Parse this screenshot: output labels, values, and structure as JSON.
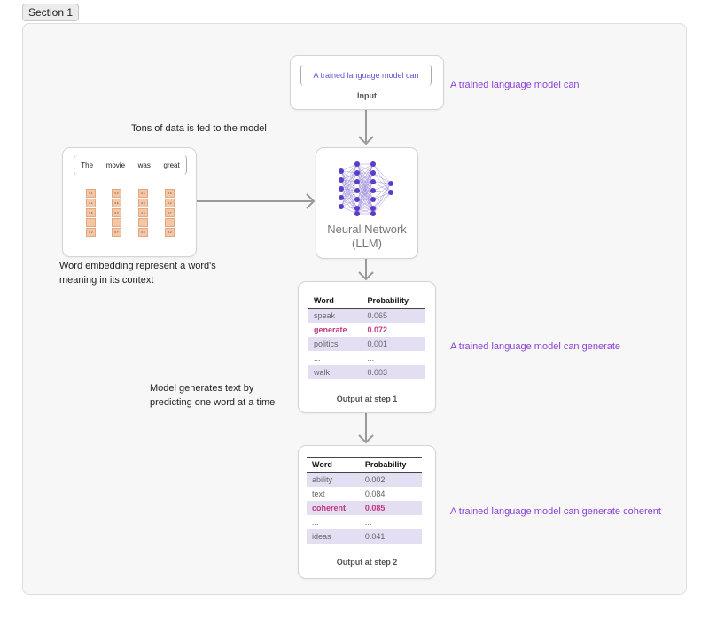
{
  "section": {
    "label": "Section 1"
  },
  "input": {
    "text": "A trained language model can",
    "caption": "Input"
  },
  "side_labels": {
    "input": "A trained language model can",
    "step1": "A trained language model can generate",
    "step2": "A trained language model can generate coherent"
  },
  "notes": {
    "data_fed": "Tons of data is fed to the model",
    "embedding_line1": "Word embedding represent a word's",
    "embedding_line2": "meaning in its context",
    "generates_line1": "Model generates text by",
    "generates_line2": "predicting one word at a time"
  },
  "embedding": {
    "words": [
      "The",
      "movie",
      "was",
      "great"
    ],
    "values": [
      [
        "0.1",
        "0.1",
        "0.6",
        "...",
        "0.2"
      ],
      [
        "0.3",
        "0.6",
        "0.3",
        "...",
        "0.7"
      ],
      [
        "0.5",
        "0.8",
        "0.9",
        "...",
        "0.8"
      ],
      [
        "0.9",
        "0.2",
        "0.7",
        "...",
        "0.2"
      ]
    ]
  },
  "network": {
    "line1": "Neural Network",
    "line2": "(LLM)"
  },
  "colors": {
    "accent": "#8a3fd6",
    "highlight": "#c2377e",
    "row_shade": "#e4def3",
    "neuron": "#5b3cc4"
  },
  "step1": {
    "headers": [
      "Word",
      "Probability"
    ],
    "rows": [
      {
        "word": "speak",
        "prob": "0.065"
      },
      {
        "word": "generate",
        "prob": "0.072"
      },
      {
        "word": "politics",
        "prob": "0.001"
      },
      {
        "word": "...",
        "prob": "..."
      },
      {
        "word": "walk",
        "prob": "0.003"
      }
    ],
    "caption": "Output at step 1"
  },
  "step2": {
    "headers": [
      "Word",
      "Probability"
    ],
    "rows": [
      {
        "word": "ability",
        "prob": "0.002"
      },
      {
        "word": "text",
        "prob": "0.084"
      },
      {
        "word": "coherent",
        "prob": "0.085"
      },
      {
        "word": "...",
        "prob": "..."
      },
      {
        "word": "ideas",
        "prob": "0.041"
      }
    ],
    "caption": "Output at step 2"
  }
}
